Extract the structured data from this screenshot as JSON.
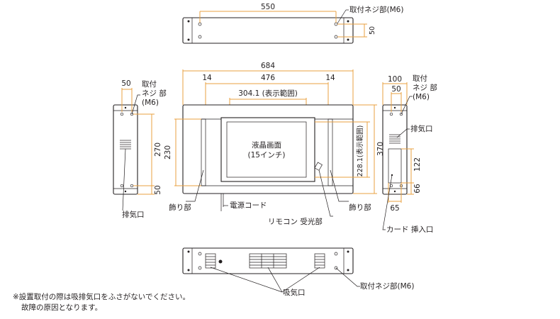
{
  "top_view": {
    "width_label": "550",
    "height_label": "50",
    "screw_label": "取付ネジ部(M6)"
  },
  "front_view": {
    "overall_width": "684",
    "inner_width": "476",
    "left_margin": "14",
    "right_margin": "14",
    "display_width": "304.1 (表示範囲)",
    "height_230": "230",
    "height_370": "370",
    "display_height": "228.1(表示範囲)",
    "screen_label_1": "液晶画面",
    "screen_label_2": "(15インチ)",
    "decor_left": "飾り部",
    "decor_right": "飾り部",
    "power_cord": "電源コード",
    "remote": "リモコン 受光部"
  },
  "left_view": {
    "depth": "50",
    "height_270": "270",
    "height_50": "50",
    "screw_1": "取付",
    "screw_2": "ネジ 部",
    "screw_3": "(M6)",
    "exhaust": "排気口"
  },
  "right_view": {
    "depth_100": "100",
    "depth_50": "50",
    "screw_1": "取付",
    "screw_2": "ネジ 部",
    "screw_3": "(M6)",
    "exhaust": "排気口",
    "dim_122": "122",
    "dim_66": "66",
    "dim_65": "65",
    "card_slot": "カード 挿入口"
  },
  "bottom_view": {
    "intake": "吸気口",
    "screw_label": "取付ネジ部(M6)"
  },
  "notes": [
    "※設置取付の際は吸排気口をふさがないでください。",
    "故障の原因となります。"
  ]
}
